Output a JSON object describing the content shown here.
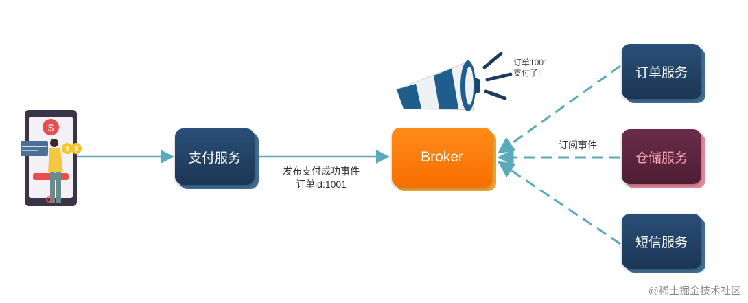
{
  "nodes": {
    "payment": "支付服务",
    "broker": "Broker",
    "order": "订单服务",
    "storage": "仓储服务",
    "sms": "短信服务"
  },
  "edges": {
    "publish_line1": "发布支付成功事件",
    "publish_line2": "订单id:1001",
    "subscribe": "订阅事件"
  },
  "announcement": {
    "line1": "订单1001",
    "line2": "支付了!"
  },
  "watermark": "@稀土掘金技术社区",
  "colors": {
    "service_blue": "#1f3a5c",
    "broker_orange": "#ff7a0c",
    "storage_maroon": "#5a2540",
    "arrow_teal": "#5aaabb"
  },
  "icons": [
    "phone-payment-icon",
    "dollar-icon",
    "megaphone-icon"
  ]
}
